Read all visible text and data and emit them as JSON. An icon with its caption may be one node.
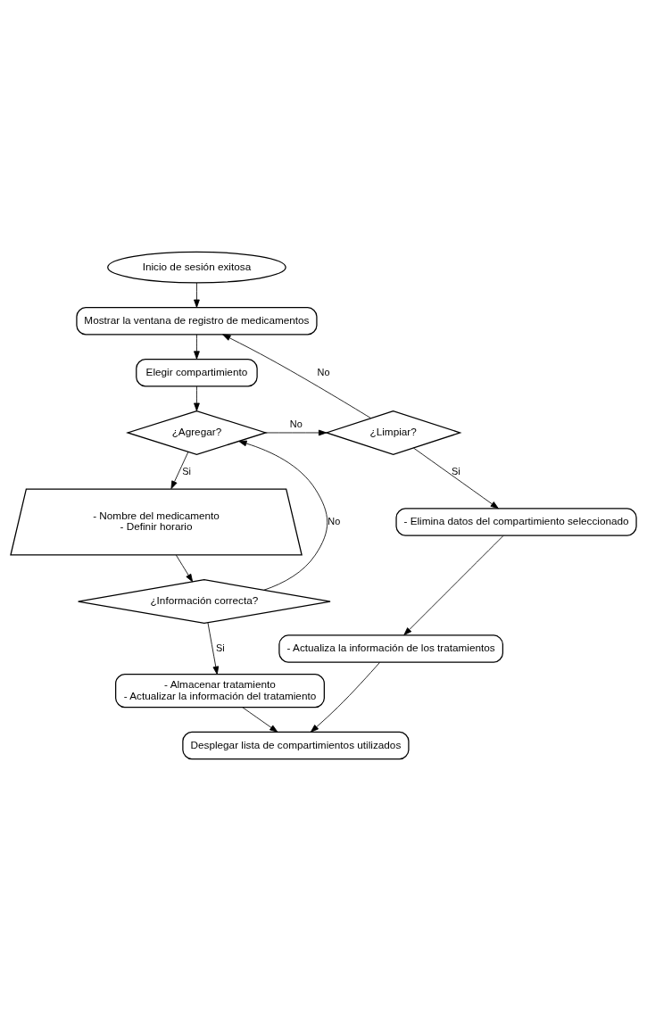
{
  "diagram": {
    "nodes": [
      {
        "text": [
          "Inicio de sesión exitosa"
        ]
      },
      {
        "text": [
          "Mostrar la ventana de registro de medicamentos"
        ]
      },
      {
        "text": [
          "Elegir compartimiento"
        ]
      },
      {
        "text": [
          "¿Agregar?"
        ]
      },
      {
        "text": [
          "- Nombre del medicamento",
          "- Definir horario"
        ]
      },
      {
        "text": [
          "¿Información correcta?"
        ]
      },
      {
        "text": [
          "- Almacenar tratamiento",
          "- Actualizar la información del tratamiento"
        ]
      },
      {
        "text": [
          "¿Limpiar?"
        ]
      },
      {
        "text": [
          "- Elimina datos del compartimiento seleccionado"
        ]
      },
      {
        "text": [
          "- Actualiza la información de los tratamientos"
        ]
      },
      {
        "text": [
          "Desplegar lista de compartimientos utilizados"
        ]
      }
    ],
    "edges": [
      {
        "from": 0,
        "to": 1,
        "arrow": "to"
      },
      {
        "from": 1,
        "to": 2,
        "arrow": "to"
      },
      {
        "from": 2,
        "to": 3,
        "arrow": "to"
      },
      {
        "from": 3,
        "to": 4,
        "arrow": "to",
        "label": "Si"
      },
      {
        "from": 3,
        "to": 7,
        "arrow": "to",
        "label": "No"
      },
      {
        "from": 7,
        "to": 1,
        "arrow": "to",
        "label": "No"
      },
      {
        "from": 7,
        "to": 8,
        "arrow": "to",
        "label": "Si"
      },
      {
        "from": 4,
        "to": 5,
        "arrow": "to"
      },
      {
        "from": 5,
        "to": 3,
        "arrow": "to",
        "label": "No"
      },
      {
        "from": 5,
        "to": 6,
        "arrow": "to",
        "label": "Si"
      },
      {
        "from": 8,
        "to": 9,
        "arrow": "to"
      },
      {
        "from": 9,
        "to": 10,
        "arrow": "to"
      },
      {
        "from": 6,
        "to": 10,
        "arrow": "to"
      }
    ]
  }
}
